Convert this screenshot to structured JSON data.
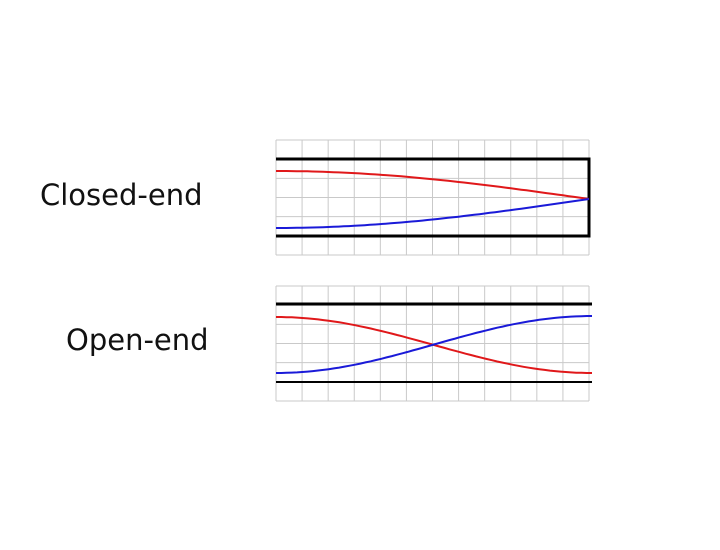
{
  "panels": [
    {
      "id": "closed",
      "label": "Closed-end",
      "closed_end": true
    },
    {
      "id": "open",
      "label": "Open-end",
      "closed_end": false
    }
  ],
  "colors": {
    "grid": "#c9c9c9",
    "tube": "#000000",
    "wave_a": "#e0181a",
    "wave_b": "#1a1ad8"
  },
  "chart_data": [
    {
      "type": "line",
      "title": "",
      "x": [
        0,
        1
      ],
      "series": [
        {
          "shape": "half-cosine descending to node at closed end",
          "color": "#e0181a"
        },
        {
          "shape": "half-cosine ascending to node at closed end",
          "color": "#1a1ad8"
        }
      ]
    },
    {
      "type": "line",
      "title": "",
      "x": [
        0,
        1
      ],
      "series": [
        {
          "shape": "half-cosine from top to bottom, crossing at middle",
          "color": "#e0181a"
        },
        {
          "shape": "half-cosine from bottom to top, crossing at middle",
          "color": "#1a1ad8"
        }
      ]
    }
  ]
}
